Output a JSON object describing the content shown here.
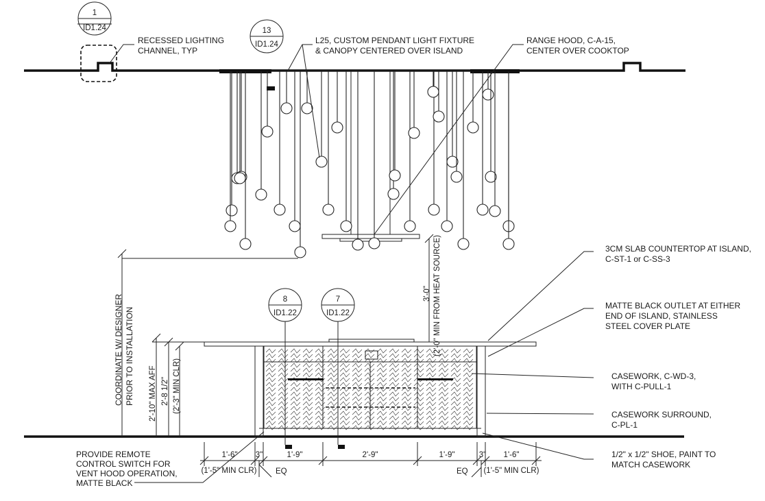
{
  "bubbles": [
    {
      "num": "1",
      "ref": "ID1.24"
    },
    {
      "num": "13",
      "ref": "ID1.24"
    },
    {
      "num": "8",
      "ref": "ID1.22"
    },
    {
      "num": "7",
      "ref": "ID1.22"
    }
  ],
  "notes": {
    "recessed_lighting": [
      "RECESSED LIGHTING",
      "CHANNEL, TYP"
    ],
    "pendant": [
      "L25, CUSTOM PENDANT LIGHT FIXTURE",
      "& CANOPY CENTERED OVER ISLAND"
    ],
    "range_hood": [
      "RANGE HOOD, C-A-15,",
      "CENTER OVER COOKTOP"
    ],
    "countertop": [
      "3CM SLAB COUNTERTOP AT ISLAND,",
      "C-ST-1 or C-SS-3"
    ],
    "outlet": [
      "MATTE BLACK OUTLET AT EITHER",
      "END OF ISLAND, STAINLESS",
      "STEEL COVER PLATE"
    ],
    "casework": [
      "CASEWORK, C-WD-3,",
      "WITH C-PULL-1"
    ],
    "surround": [
      "CASEWORK SURROUND,",
      "C-PL-1"
    ],
    "shoe": [
      "1/2\" x 1/2\" SHOE, PAINT TO",
      "MATCH CASEWORK"
    ],
    "remote_switch": [
      "PROVIDE REMOTE",
      "CONTROL  SWITCH FOR",
      "VENT HOOD OPERATION,",
      "MATTE BLACK"
    ],
    "coordinate": [
      "COORDINATE W/ DESIGNER",
      "PRIOR TO INSTALLATION"
    ]
  },
  "dimensions": {
    "max_aff": "2'-10\" MAX AFF",
    "height": "2'-8 1/2\"",
    "min_clr_height": "(2'-3\" MIN CLR)",
    "hood_clear": "3'-0\"",
    "hood_min": "(2'-0\" MIN FROM HEAT SOURCE)",
    "bottom": [
      "1'-6\"",
      "3\"",
      "1'-9\"",
      "2'-9\"",
      "1'-9\"",
      "3\"",
      "1'-6\""
    ],
    "min_clr_left": "(1'-5\" MIN CLR)",
    "min_clr_right": "(1'-5\" MIN CLR)",
    "eq_left": "EQ",
    "eq_right": "EQ"
  }
}
